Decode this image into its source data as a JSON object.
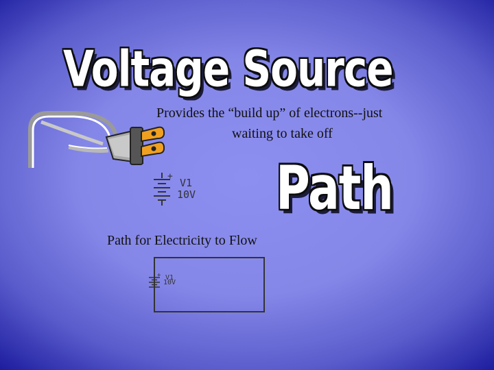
{
  "slide": {
    "title_voltage": "Voltage Source",
    "description_line1": "Provides the “build up” of electrons--just",
    "description_line2": "waiting to take off",
    "title_path": "Path",
    "path_caption": "Path for Electricity to Flow"
  },
  "battery_symbol": {
    "plus": "+",
    "name": "V1",
    "value": "10V"
  },
  "circuit_diagram": {
    "plus": "+",
    "name": "V1",
    "value": "10V"
  }
}
